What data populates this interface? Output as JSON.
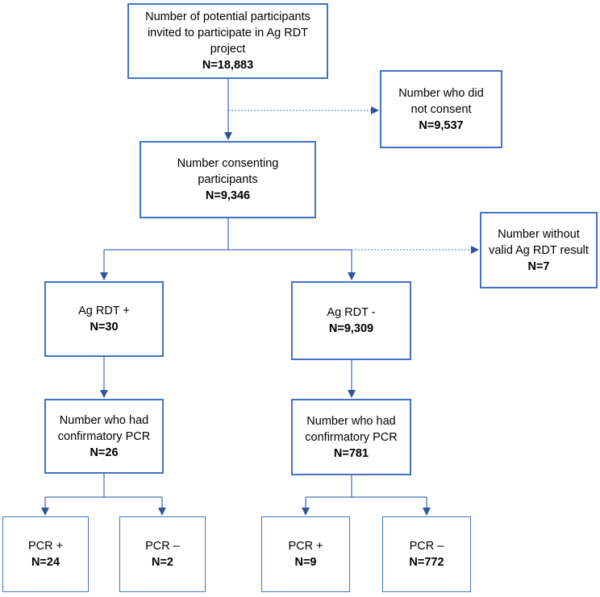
{
  "colors": {
    "box_border": "#4472C4",
    "connector_line": "#4472C4",
    "arrowhead": "#2F5597",
    "text": "#000000",
    "background": "#FFFFFF"
  },
  "boxes": {
    "invited": {
      "line1": "Number of potential participants",
      "line2": "invited to participate in Ag RDT",
      "line3": "project",
      "n": "N=18,883"
    },
    "not_consent": {
      "line1": "Number who did",
      "line2": "not consent",
      "n": "N=9,537"
    },
    "consenting": {
      "line1": "Number consenting",
      "line2": "participants",
      "n": "N=9,346"
    },
    "no_valid": {
      "line1": "Number without",
      "line2": "valid Ag RDT result",
      "n": "N=7"
    },
    "ag_rdt_pos": {
      "line1": "Ag RDT +",
      "n": "N=30"
    },
    "ag_rdt_neg": {
      "line1": "Ag RDT -",
      "n": "N=9,309"
    },
    "conf_pcr_left": {
      "line1": "Number who had",
      "line2": "confirmatory PCR",
      "n": "N=26"
    },
    "conf_pcr_right": {
      "line1": "Number who had",
      "line2": "confirmatory PCR",
      "n": "N=781"
    },
    "pcr_pos_left": {
      "line1": "PCR +",
      "n": "N=24"
    },
    "pcr_neg_left": {
      "line1": "PCR –",
      "n": "N=2"
    },
    "pcr_pos_right": {
      "line1": "PCR +",
      "n": "N=9"
    },
    "pcr_neg_right": {
      "line1": "PCR –",
      "n": "N=772"
    }
  }
}
